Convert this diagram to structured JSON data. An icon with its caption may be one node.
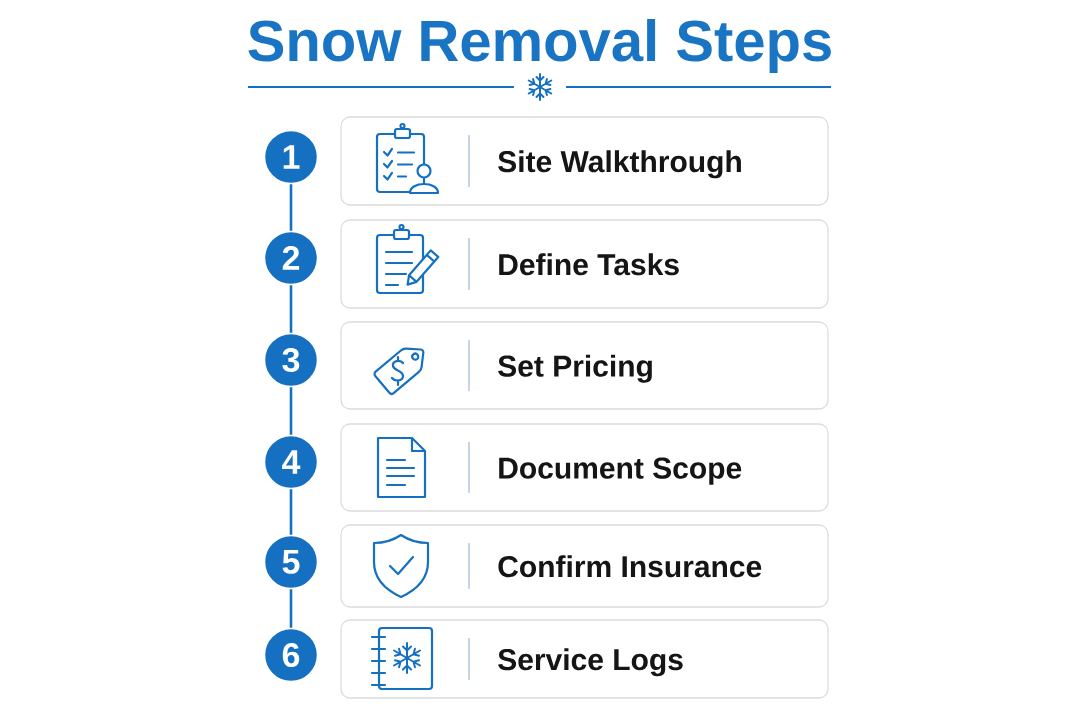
{
  "diagram": {
    "title": "Snow Removal Steps",
    "nodes": [
      {
        "text": [
          "1"
        ]
      },
      {
        "text": [
          "Site Walkthrough"
        ]
      },
      {
        "text": [
          "2"
        ]
      },
      {
        "text": [
          "Define Tasks"
        ]
      },
      {
        "text": [
          "3"
        ]
      },
      {
        "text": [
          "Set Pricing"
        ]
      },
      {
        "text": [
          "4"
        ]
      },
      {
        "text": [
          "Document Scope"
        ]
      },
      {
        "text": [
          "5"
        ]
      },
      {
        "text": [
          "Confirm Insurance"
        ]
      },
      {
        "text": [
          "6"
        ]
      },
      {
        "text": [
          "Service Logs"
        ]
      }
    ],
    "edges": [
      {
        "from": 0,
        "to": 2,
        "arrow": "none"
      },
      {
        "from": 2,
        "to": 4,
        "arrow": "none"
      },
      {
        "from": 4,
        "to": 6,
        "arrow": "none"
      },
      {
        "from": 6,
        "to": 8,
        "arrow": "none"
      },
      {
        "from": 8,
        "to": 10,
        "arrow": "none"
      }
    ]
  }
}
